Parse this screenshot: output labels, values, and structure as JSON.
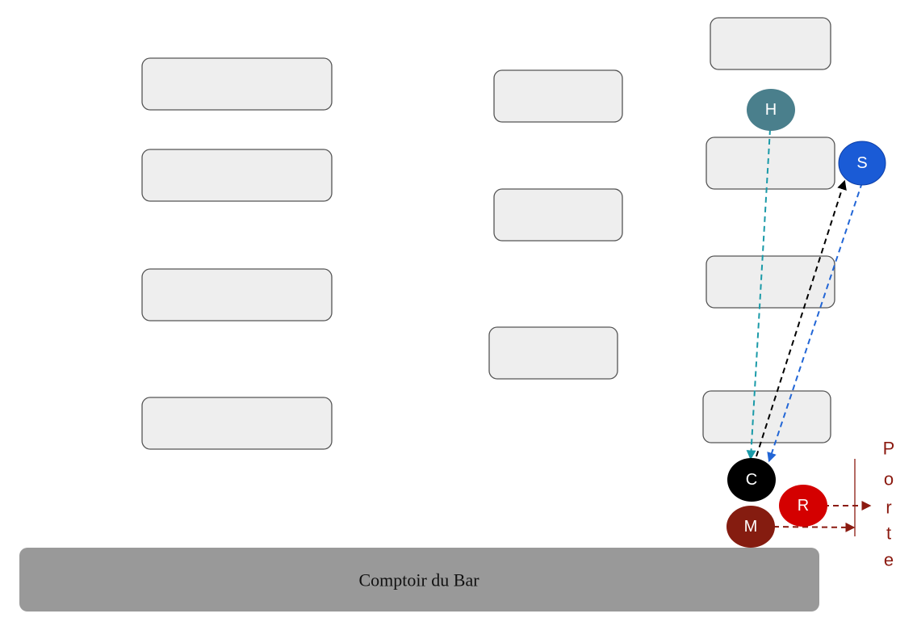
{
  "counter": {
    "label": "Comptoir du Bar",
    "color": "#999999"
  },
  "door": {
    "letters": [
      "P",
      "o",
      "r",
      "t",
      "e"
    ],
    "color": "#8b1a10"
  },
  "people": [
    {
      "id": "H",
      "label": "H",
      "color": "#4a7f8c"
    },
    {
      "id": "S",
      "label": "S",
      "color": "#1a5bd6"
    },
    {
      "id": "C",
      "label": "C",
      "color": "#000000"
    },
    {
      "id": "R",
      "label": "R",
      "color": "#d40000"
    },
    {
      "id": "M",
      "label": "M",
      "color": "#851c10"
    }
  ],
  "paths": [
    {
      "from": "H",
      "to": "C",
      "color": "#1a9aa8"
    },
    {
      "from": "C",
      "to": "S",
      "color": "#000000"
    },
    {
      "from": "S",
      "to": "C",
      "color": "#2266d6"
    },
    {
      "from": "R",
      "to": "door",
      "color": "#8b1a10"
    },
    {
      "from": "M",
      "to": "door",
      "color": "#8b1a10"
    }
  ]
}
